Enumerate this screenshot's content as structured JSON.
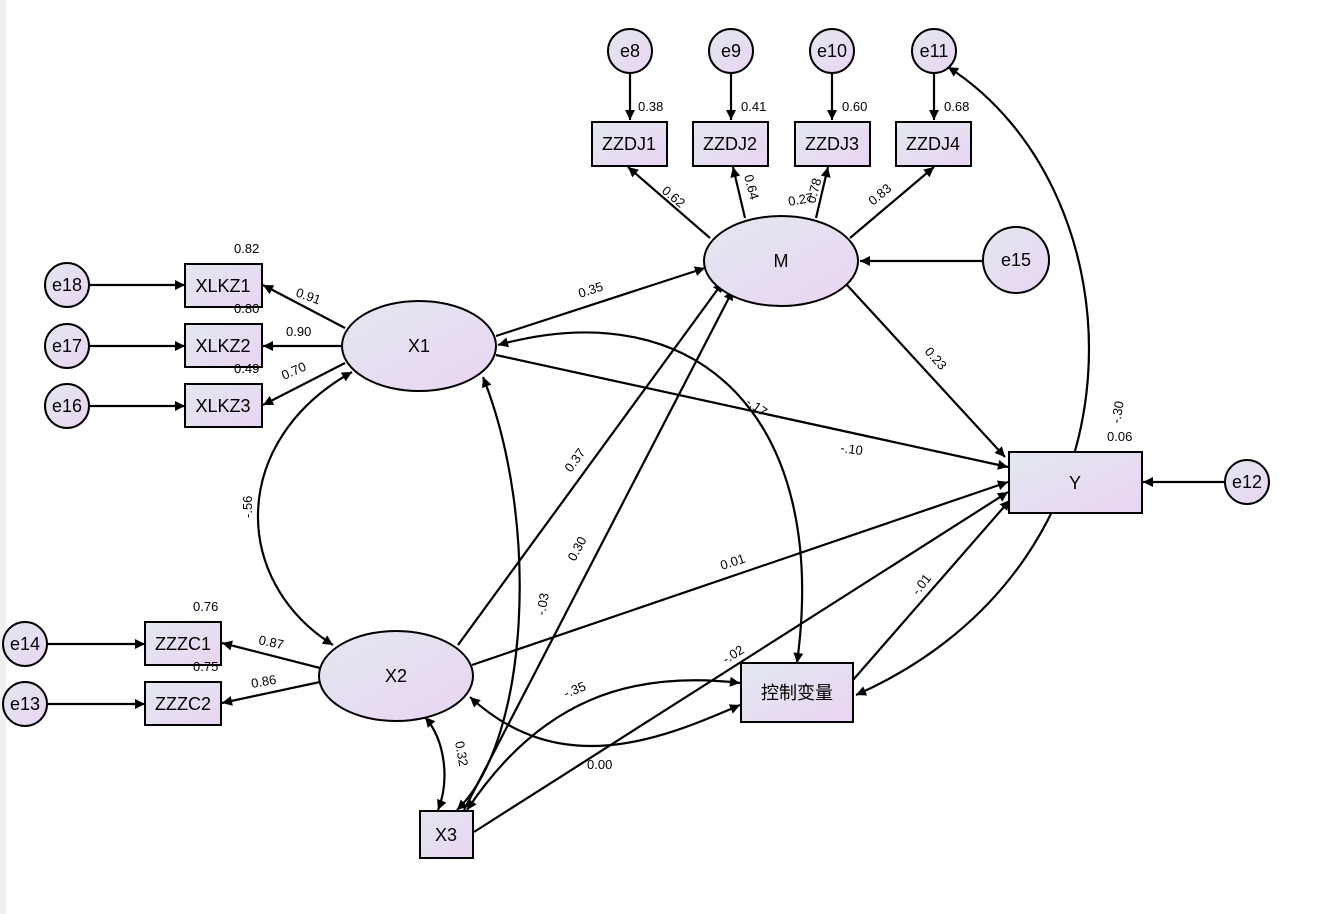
{
  "diagram": {
    "type": "structural-equation-model",
    "latent_variables": [
      {
        "id": "X1",
        "label": "X1"
      },
      {
        "id": "X2",
        "label": "X2"
      },
      {
        "id": "M",
        "label": "M"
      }
    ],
    "observed_variables": [
      {
        "id": "ZZDJ1",
        "label": "ZZDJ1",
        "r2": "0.38"
      },
      {
        "id": "ZZDJ2",
        "label": "ZZDJ2",
        "r2": "0.41"
      },
      {
        "id": "ZZDJ3",
        "label": "ZZDJ3",
        "r2": "0.60"
      },
      {
        "id": "ZZDJ4",
        "label": "ZZDJ4",
        "r2": "0.68"
      },
      {
        "id": "XLKZ1",
        "label": "XLKZ1",
        "r2": "0.82"
      },
      {
        "id": "XLKZ2",
        "label": "XLKZ2",
        "r2": "0.80"
      },
      {
        "id": "XLKZ3",
        "label": "XLKZ3",
        "r2": "0.49"
      },
      {
        "id": "ZZZC1",
        "label": "ZZZC1",
        "r2": "0.76"
      },
      {
        "id": "ZZZC2",
        "label": "ZZZC2",
        "r2": "0.75"
      },
      {
        "id": "Y",
        "label": "Y",
        "r2": "0.06"
      },
      {
        "id": "X3",
        "label": "X3"
      },
      {
        "id": "CTRL",
        "label": "控制变量"
      }
    ],
    "error_terms": [
      {
        "id": "e8",
        "label": "e8",
        "target": "ZZDJ1"
      },
      {
        "id": "e9",
        "label": "e9",
        "target": "ZZDJ2"
      },
      {
        "id": "e10",
        "label": "e10",
        "target": "ZZDJ3"
      },
      {
        "id": "e11",
        "label": "e11",
        "target": "ZZDJ4"
      },
      {
        "id": "e18",
        "label": "e18",
        "target": "XLKZ1"
      },
      {
        "id": "e17",
        "label": "e17",
        "target": "XLKZ2"
      },
      {
        "id": "e16",
        "label": "e16",
        "target": "XLKZ3"
      },
      {
        "id": "e14",
        "label": "e14",
        "target": "ZZZC1"
      },
      {
        "id": "e13",
        "label": "e13",
        "target": "ZZZC2"
      },
      {
        "id": "e15",
        "label": "e15",
        "target": "M"
      },
      {
        "id": "e12",
        "label": "e12",
        "target": "Y"
      }
    ],
    "loadings": [
      {
        "from": "M",
        "to": "ZZDJ1",
        "value": "0.62"
      },
      {
        "from": "M",
        "to": "ZZDJ2",
        "value": "0.64"
      },
      {
        "from": "M",
        "to": "ZZDJ3",
        "value": "0.78"
      },
      {
        "from": "M",
        "to": "ZZDJ4",
        "value": "0.83"
      },
      {
        "from": "X1",
        "to": "XLKZ1",
        "value": "0.91"
      },
      {
        "from": "X1",
        "to": "XLKZ2",
        "value": "0.90"
      },
      {
        "from": "X1",
        "to": "XLKZ3",
        "value": "0.70"
      },
      {
        "from": "X2",
        "to": "ZZZC1",
        "value": "0.87"
      },
      {
        "from": "X2",
        "to": "ZZZC2",
        "value": "0.86"
      }
    ],
    "paths": [
      {
        "from": "X1",
        "to": "M",
        "value": "0.35"
      },
      {
        "from": "X1",
        "to": "Y",
        "value": "-.10"
      },
      {
        "from": "M",
        "to": "Y",
        "value": "0.23"
      },
      {
        "from": "X2",
        "to": "M",
        "value": "0.37"
      },
      {
        "from": "X3",
        "to": "M",
        "value": "0.30"
      },
      {
        "from": "X2",
        "to": "Y",
        "value": "0.01"
      },
      {
        "from": "X3",
        "to": "Y",
        "value": "-.02"
      },
      {
        "from": "CTRL",
        "to": "Y",
        "value": "-.01"
      }
    ],
    "covariances": [
      {
        "a": "X1",
        "b": "X2",
        "value": "-.56"
      },
      {
        "a": "X1",
        "b": "X3",
        "value": "-.03"
      },
      {
        "a": "X2",
        "b": "X3",
        "value": "0.32"
      },
      {
        "a": "X1",
        "b": "CTRL",
        "value": "-.17"
      },
      {
        "a": "X2",
        "b": "CTRL",
        "value": "-.35"
      },
      {
        "a": "X3",
        "b": "CTRL",
        "value": "0.00"
      },
      {
        "a": "e11",
        "b": "CTRL",
        "value": "-.30"
      },
      {
        "a": "ZZDJ3-M",
        "b": "",
        "value": "0.27"
      }
    ]
  }
}
